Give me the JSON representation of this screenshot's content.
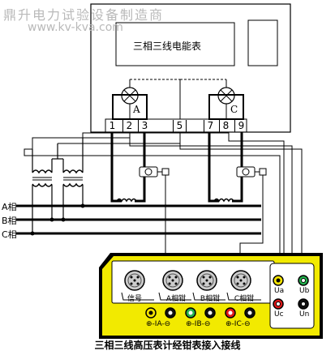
{
  "watermark": {
    "company": "鼎升电力试验设备制造商",
    "url": "www.kv-kva.com"
  },
  "meter": {
    "title": "三相三线电能表",
    "terminals": [
      "1",
      "2",
      "3",
      "5",
      "7",
      "8",
      "9"
    ],
    "phase_a": "A",
    "phase_c": "C"
  },
  "lines": {
    "a": "A相",
    "b": "B相",
    "c": "C相"
  },
  "instrument": {
    "clamp_labels": [
      "信号",
      "A相钳",
      "B相钳",
      "C相钳"
    ],
    "voltage_labels": [
      "Ua",
      "Ub",
      "Uc",
      "Un"
    ],
    "current_labels": [
      "⊕-IA-⊖",
      "⊕-IB-⊖",
      "⊕-IC-⊖"
    ]
  },
  "colors": {
    "panel": "#f2ea00",
    "jack_yellow": "#f5e400",
    "jack_green": "#22b14c",
    "jack_red": "#e01818",
    "jack_black": "#111111"
  },
  "caption": "三相三线高压表计经钳表接入接线"
}
